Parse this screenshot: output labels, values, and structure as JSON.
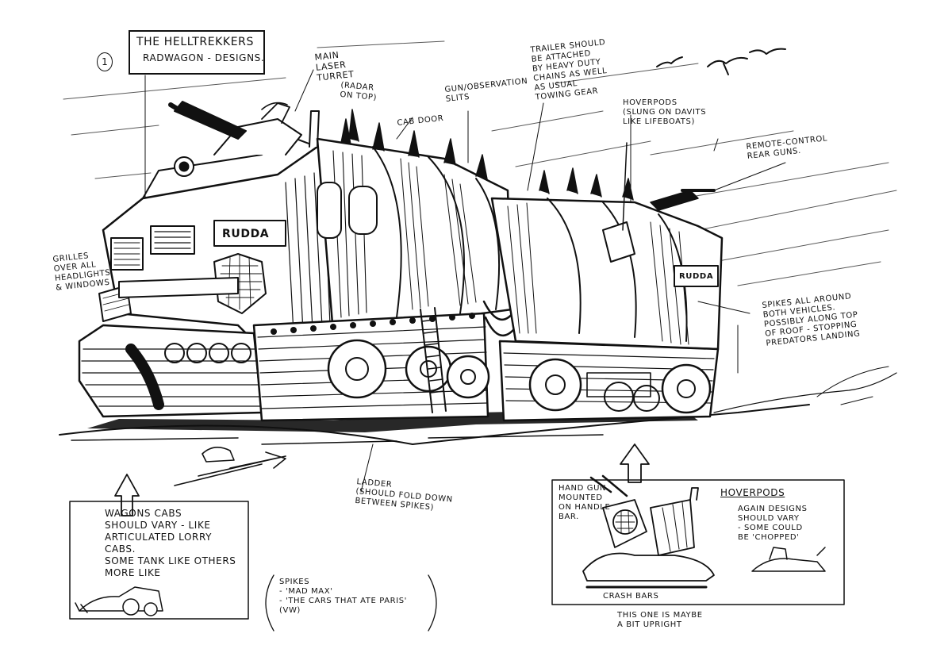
{
  "sheet": {
    "number": "1",
    "title_line1": "THE HELLTREKKERS",
    "title_line2": "RADWAGON - DESIGNS."
  },
  "annotations": {
    "main_laser_turret": "MAIN\nLASER\nTURRET",
    "radar_on_top": "(RADAR\nON TOP)",
    "cab_door": "CAB DOOR",
    "gun_slits": "GUN/OBSERVATION\nSLITS",
    "trailer_note": "TRAILER SHOULD\nBE ATTACHED\nBY HEAVY DUTY\nCHAINS AS WELL\nAS USUAL\nTOWING GEAR",
    "hoverpods_slung": "HOVERPODS\n(SLUNG ON DAVITS\nLIKE LIFEBOATS)",
    "remote_rear_guns": "REMOTE-CONTROL\nREAR GUNS.",
    "grilles": "GRILLES\nOVER ALL\nHEADLIGHTS\n& WINDOWS",
    "spikes_note": "SPIKES ALL AROUND\nBOTH VEHICLES.\nPOSSIBLY ALONG TOP\nOF ROOF - STOPPING\nPREDATORS LANDING",
    "ladder_note": "LADDER\n(SHOULD FOLD DOWN\nBETWEEN SPIKES)",
    "wagon_cabs_note": "WAGONS CABS\nSHOULD VARY - LIKE\nARTICULATED LORRY\nCABS.\nSOME TANK LIKE OTHERS\nMORE LIKE",
    "spikes_mad_max": "SPIKES\n- 'MAD MAX'\n- 'THE CARS THAT ATE PARIS'\n(VW)",
    "hand_gun": "HAND GUN\nMOUNTED\nON HANDLE\nBAR.",
    "hoverpods_title": "HOVERPODS",
    "hoverpods_designs": "AGAIN DESIGNS\nSHOULD VARY\n- SOME COULD\nBE 'CHOPPED'",
    "crash_bars": "CRASH BARS",
    "upright_note": "THIS ONE IS MAYBE\nA BIT UPRIGHT"
  },
  "vehicle_markings": {
    "cab_plate": "RUDDA",
    "trailer_plate": "RUDDA"
  },
  "colors": {
    "ink": "#111111",
    "paper": "#ffffff"
  }
}
